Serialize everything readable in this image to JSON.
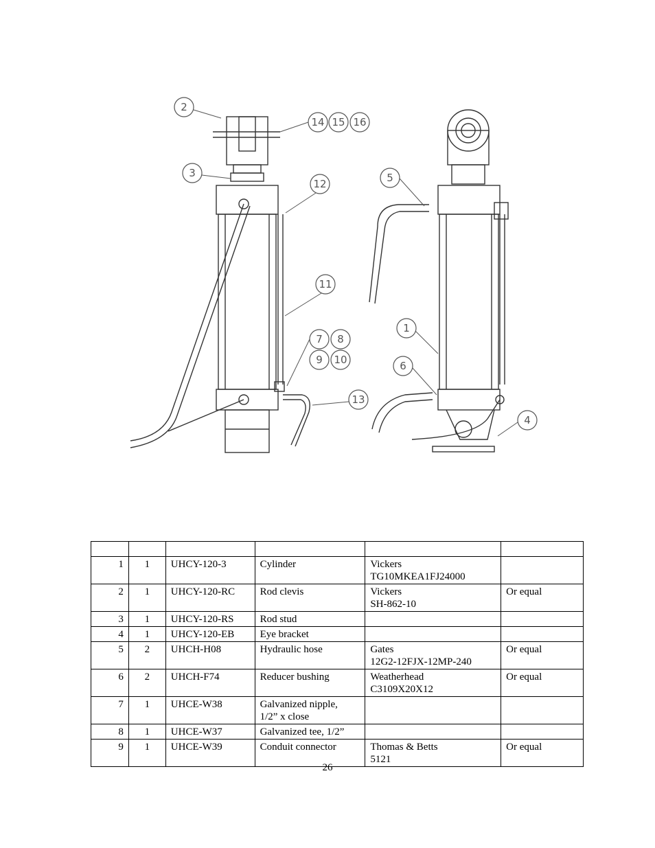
{
  "drawing": {
    "callouts": [
      "2",
      "14",
      "15",
      "16",
      "3",
      "12",
      "11",
      "7",
      "8",
      "9",
      "10",
      "13",
      "5",
      "1",
      "6",
      "4"
    ]
  },
  "parts_table": {
    "headers": [
      "",
      "",
      "",
      "",
      "",
      ""
    ],
    "rows": [
      {
        "item": "1",
        "qty": "1",
        "part": "UHCY-120-3",
        "desc": "Cylinder",
        "mfr": "Vickers",
        "mfr_no": "TG10MKEA1FJ24000",
        "note": ""
      },
      {
        "item": "2",
        "qty": "1",
        "part": "UHCY-120-RC",
        "desc": "Rod clevis",
        "mfr": "Vickers",
        "mfr_no": "SH-862-10",
        "note": "Or equal"
      },
      {
        "item": "3",
        "qty": "1",
        "part": "UHCY-120-RS",
        "desc": "Rod stud",
        "mfr": "",
        "mfr_no": "",
        "note": ""
      },
      {
        "item": "4",
        "qty": "1",
        "part": "UHCY-120-EB",
        "desc": "Eye bracket",
        "mfr": "",
        "mfr_no": "",
        "note": ""
      },
      {
        "item": "5",
        "qty": "2",
        "part": "UHCH-H08",
        "desc": "Hydraulic hose",
        "mfr": "Gates",
        "mfr_no": "12G2-12FJX-12MP-240",
        "note": "Or equal"
      },
      {
        "item": "6",
        "qty": "2",
        "part": "UHCH-F74",
        "desc": "Reducer bushing",
        "mfr": "Weatherhead",
        "mfr_no": "C3109X20X12",
        "note": "Or equal"
      },
      {
        "item": "7",
        "qty": "1",
        "part": "UHCE-W38",
        "desc": "Galvanized nipple,",
        "desc2": "1/2” x close",
        "mfr": "",
        "mfr_no": "",
        "note": ""
      },
      {
        "item": "8",
        "qty": "1",
        "part": "UHCE-W37",
        "desc": "Galvanized tee, 1/2”",
        "mfr": "",
        "mfr_no": "",
        "note": ""
      },
      {
        "item": "9",
        "qty": "1",
        "part": "UHCE-W39",
        "desc": "Conduit connector",
        "mfr": "Thomas & Betts",
        "mfr_no": "5121",
        "note": "Or equal"
      }
    ]
  },
  "page_number": "26"
}
